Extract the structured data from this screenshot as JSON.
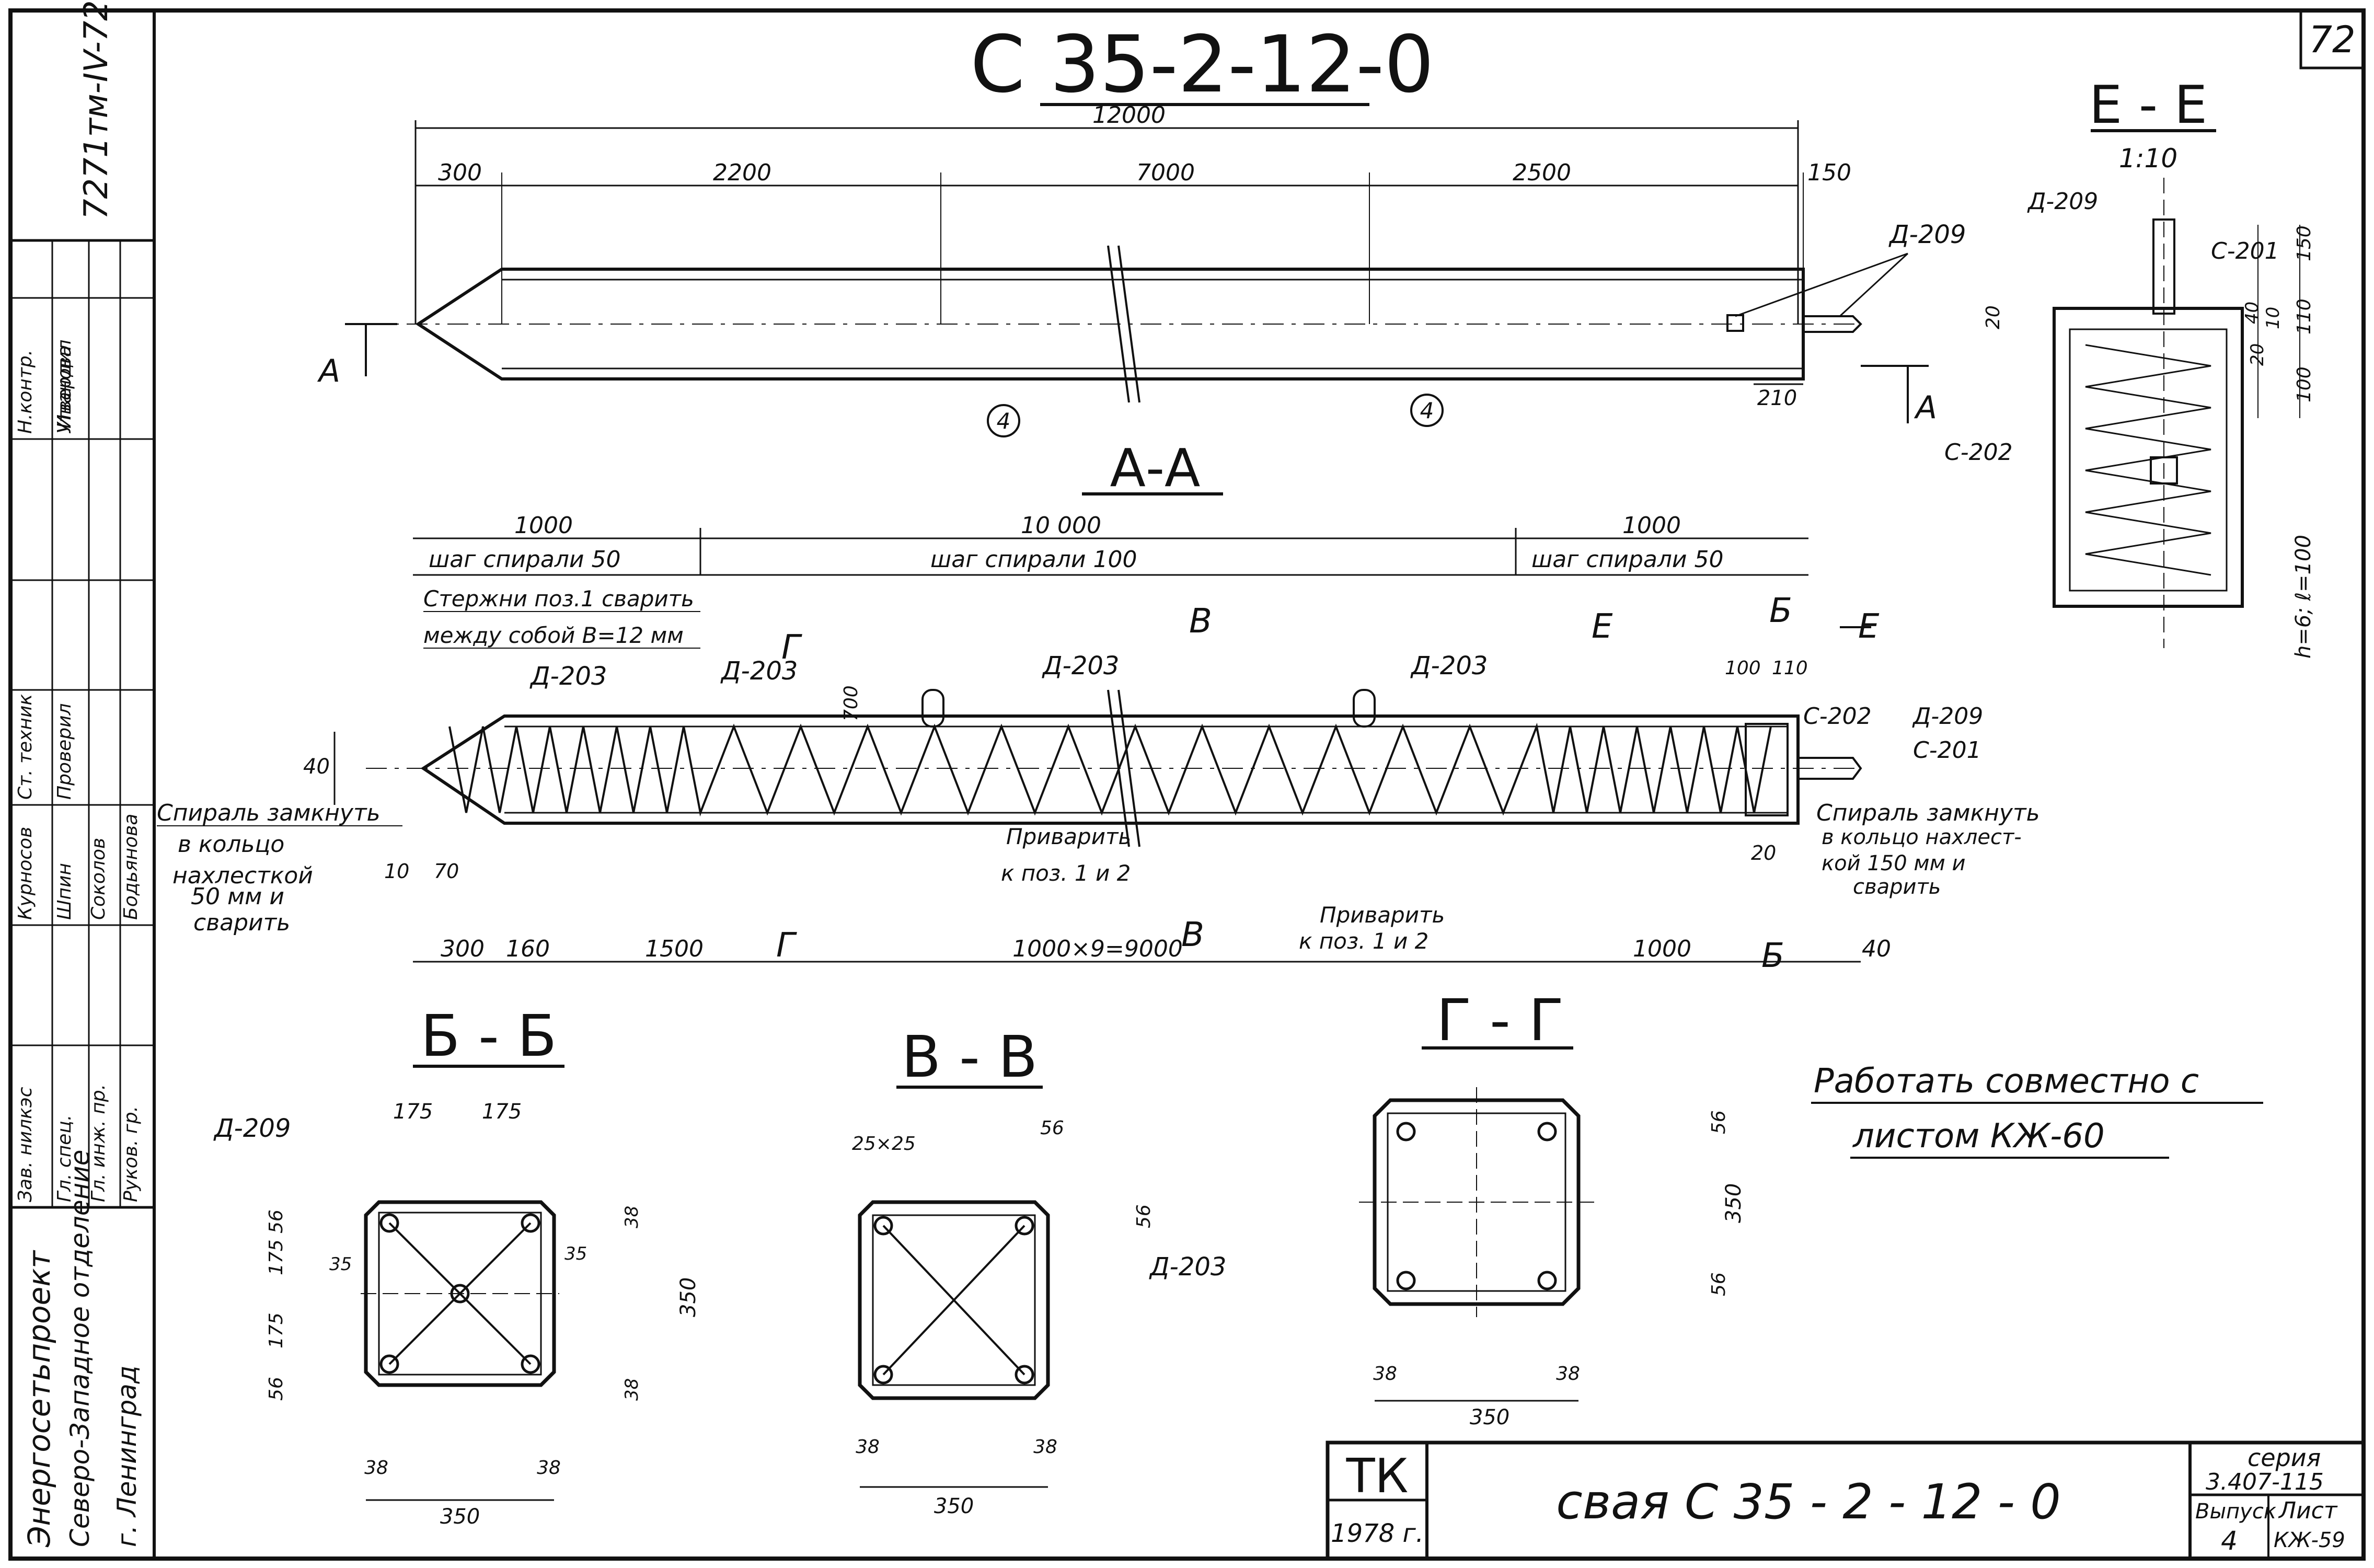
{
  "sheet": {
    "number": "72",
    "mark_title": "С 35-2-12-0",
    "archive_no": "7271тм-IV-72",
    "note_line1": "Работать совместно с",
    "note_line2": "листом КЖ-60"
  },
  "side_panel": {
    "org_line1": "Энергосетьпроект",
    "org_line2": "Северо-Западное отделение",
    "org_line3": "г. Ленинград",
    "roles": [
      "Зав. нилкэс",
      "Гл. спец.",
      "Гл. инж. пр.",
      "Руков. гр.",
      "Ст. техник",
      "Проверил",
      "Н.контр.",
      "Утвердил"
    ],
    "names": [
      "Курносов",
      "Шпин",
      "Соколов",
      "Бодьянова",
      "Иванова"
    ]
  },
  "title_block": {
    "code": "ТК",
    "year": "1978 г.",
    "title": "свая С 35 - 2 - 12 - 0",
    "series_label": "серия",
    "series_value": "3.407-115",
    "issue_label": "Выпуск",
    "issue_value": "4",
    "sheet_label": "Лист",
    "sheet_value": "КЖ-59"
  },
  "elevation": {
    "total": "12000",
    "segments": [
      "300",
      "2200",
      "7000",
      "2500",
      "150"
    ],
    "marker_label": "Д-209",
    "dim_210": "210",
    "section_a": "А",
    "callout": "4"
  },
  "section_aa": {
    "title": "А-А",
    "top_dims": [
      "1000",
      "10 000",
      "1000"
    ],
    "pitch_left": "шаг спирали 50",
    "pitch_mid": "шаг спирали 100",
    "pitch_right": "шаг спирали 50",
    "note_weld_1": "Стержни поз.1 сварить",
    "note_weld_2": "между собой В=12 мм",
    "label_d203": "Д-203",
    "label_d209": "Д-209",
    "label_c201": "С-201",
    "label_c202": "С-202",
    "dim_40": "40",
    "dim_100": "100",
    "dim_110": "110",
    "dim_700": "700",
    "dim_10": "10",
    "dim_70": "70",
    "dim_20": "20",
    "left_note": [
      "Спираль замкнуть",
      "в кольцо",
      "нахлесткой",
      "50 мм и",
      "сварить"
    ],
    "right_note": [
      "Спираль замкнуть",
      "в кольцо нахлест-",
      "кой 150 мм и",
      "сварить"
    ],
    "weld_note_1": [
      "Приварить",
      "к поз. 1 и 2"
    ],
    "bottom_dims": [
      "300",
      "160",
      "1500",
      "1000×9=9000",
      "1000",
      "40"
    ],
    "cut_labels": [
      "Г",
      "В",
      "Е",
      "Б"
    ]
  },
  "section_ee": {
    "title": "Е - Е",
    "scale": "1:10",
    "label_d209": "Д-209",
    "label_c201": "С-201",
    "label_c202": "С-202",
    "dims": [
      "150",
      "110",
      "100",
      "20",
      "40",
      "10",
      "20"
    ],
    "spiral": "h=6; ℓ=100"
  },
  "section_bb": {
    "title": "Б - Б",
    "label": "Д-209",
    "top_dims": [
      "175",
      "175"
    ],
    "side_dims": [
      "56",
      "175",
      "175",
      "56"
    ],
    "inner": [
      "35",
      "35"
    ],
    "right_dims": [
      "38",
      "350",
      "38"
    ],
    "bottom_dims": [
      "38",
      "38",
      "350"
    ]
  },
  "section_vv": {
    "title": "В - В",
    "label": "Д-203",
    "chamfer": "25×25",
    "top_dim": "56",
    "right_dim": "56",
    "bottom_dims": [
      "38",
      "38",
      "350"
    ]
  },
  "section_gg": {
    "title": "Г - Г",
    "right_dims": [
      "56",
      "350",
      "56"
    ],
    "bottom_dims": [
      "38",
      "38",
      "350"
    ]
  }
}
